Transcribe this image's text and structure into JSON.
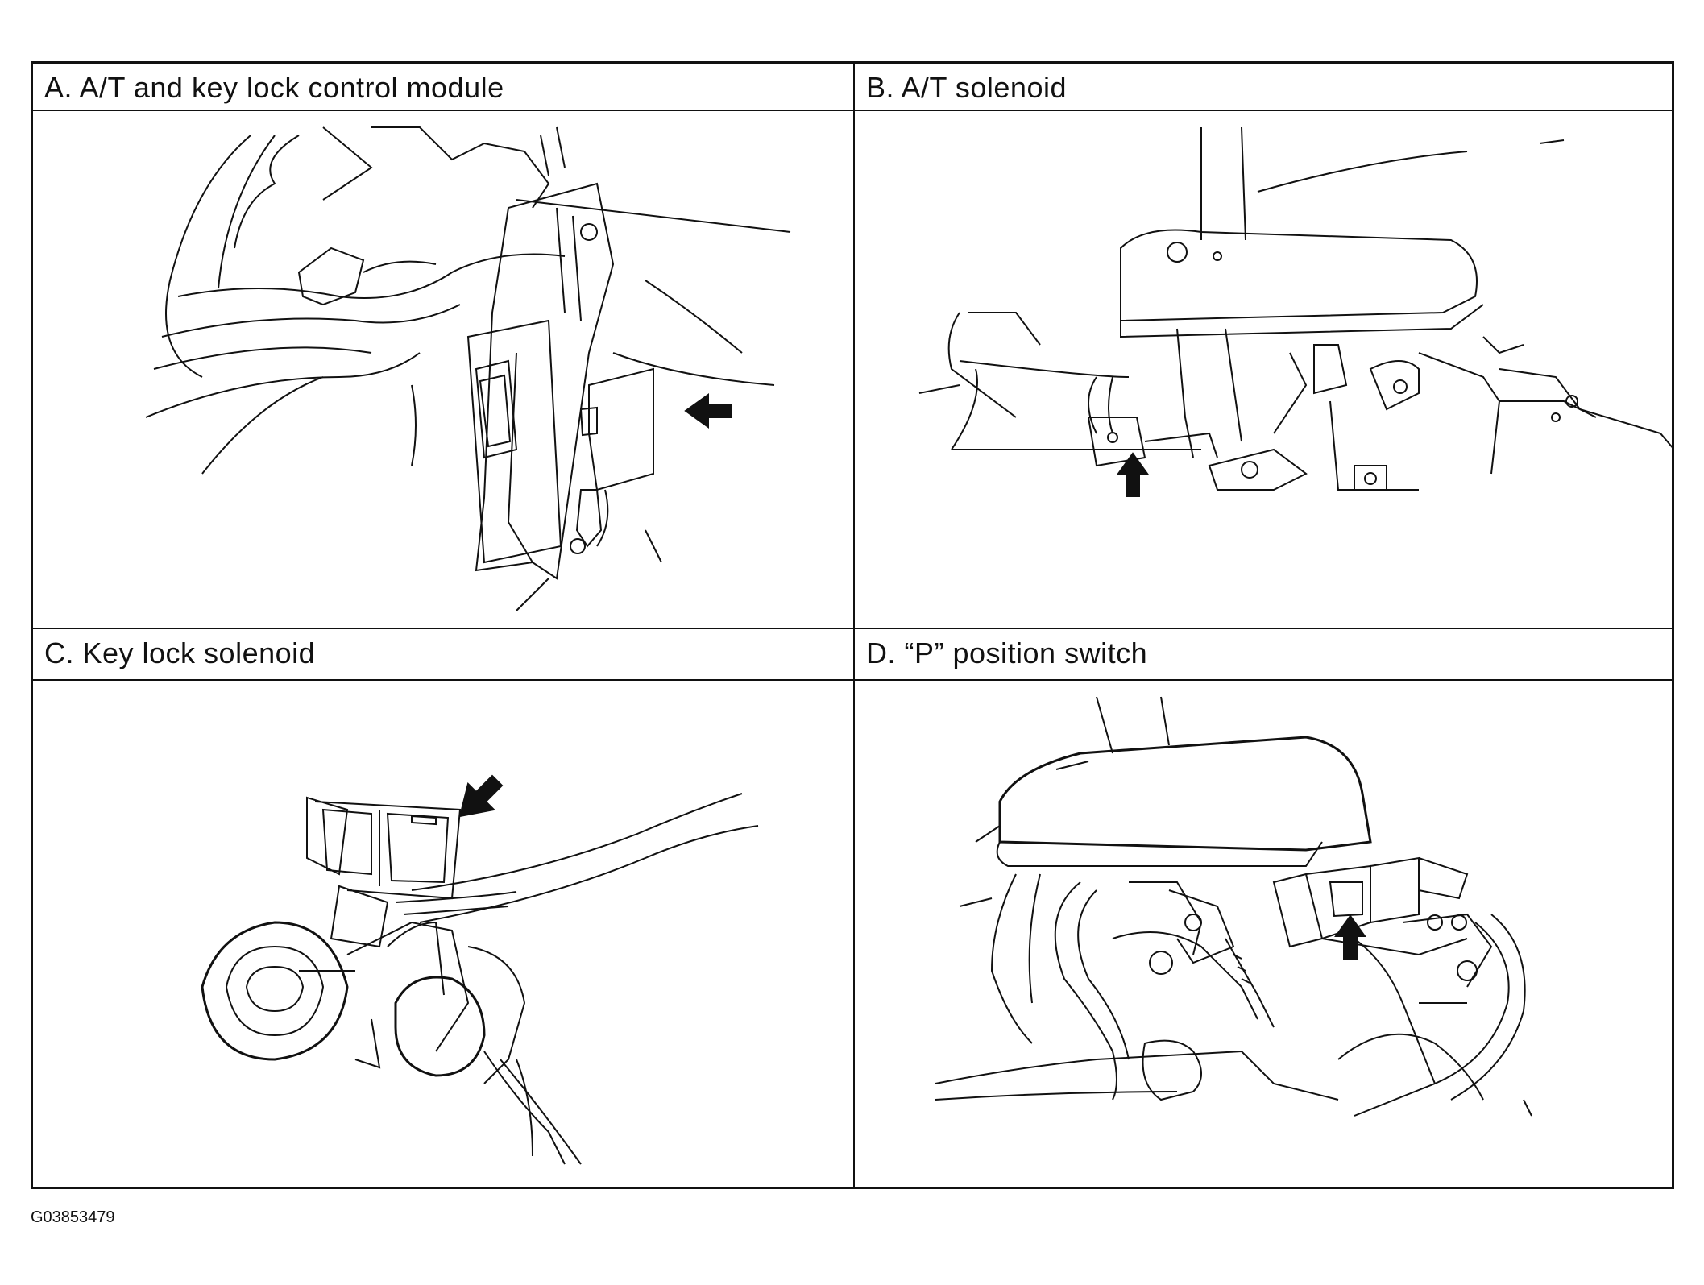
{
  "panels": [
    {
      "label": "A. A/T and key lock control module",
      "arrow": "left-arrow"
    },
    {
      "label": "B. A/T solenoid",
      "arrow": "up-arrow"
    },
    {
      "label": "C. Key lock solenoid",
      "arrow": "down-left-arrow"
    },
    {
      "label": "D. “P” position switch",
      "arrow": "up-arrow"
    }
  ],
  "figure_id": "G03853479",
  "colors": {
    "line": "#111111",
    "background": "#ffffff"
  }
}
